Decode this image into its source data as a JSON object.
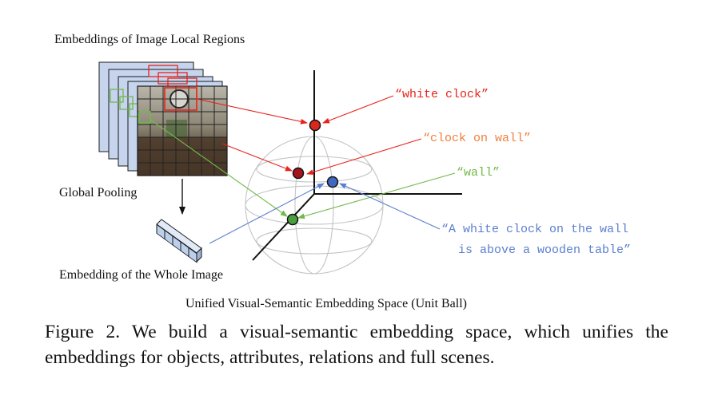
{
  "labels": {
    "local_regions": "Embeddings of Image Local Regions",
    "global_pooling": "Global Pooling",
    "whole_image": "Embedding of the Whole Image",
    "space": "Unified Visual-Semantic Embedding Space (Unit Ball)"
  },
  "phrases": {
    "white_clock": "“white clock”",
    "clock_on_wall": "“clock on wall”",
    "wall": "“wall”",
    "sentence_line1": "“A white clock on the wall",
    "sentence_line2": "is above a wooden table”"
  },
  "caption": "Figure 2. We build a visual-semantic embedding space, which unifies the embeddings for objects, attributes, relations and full scenes.",
  "colors": {
    "white_clock": "#e8231a",
    "clock_on_wall": "#f07f3c",
    "wall": "#72b84a",
    "sentence": "#5b7fd0",
    "point_red": "#d9271e",
    "point_darkred": "#a4161a",
    "point_green": "#4a9e3c",
    "point_blue": "#3f68c2",
    "vector_block": "#bcd0ec"
  }
}
